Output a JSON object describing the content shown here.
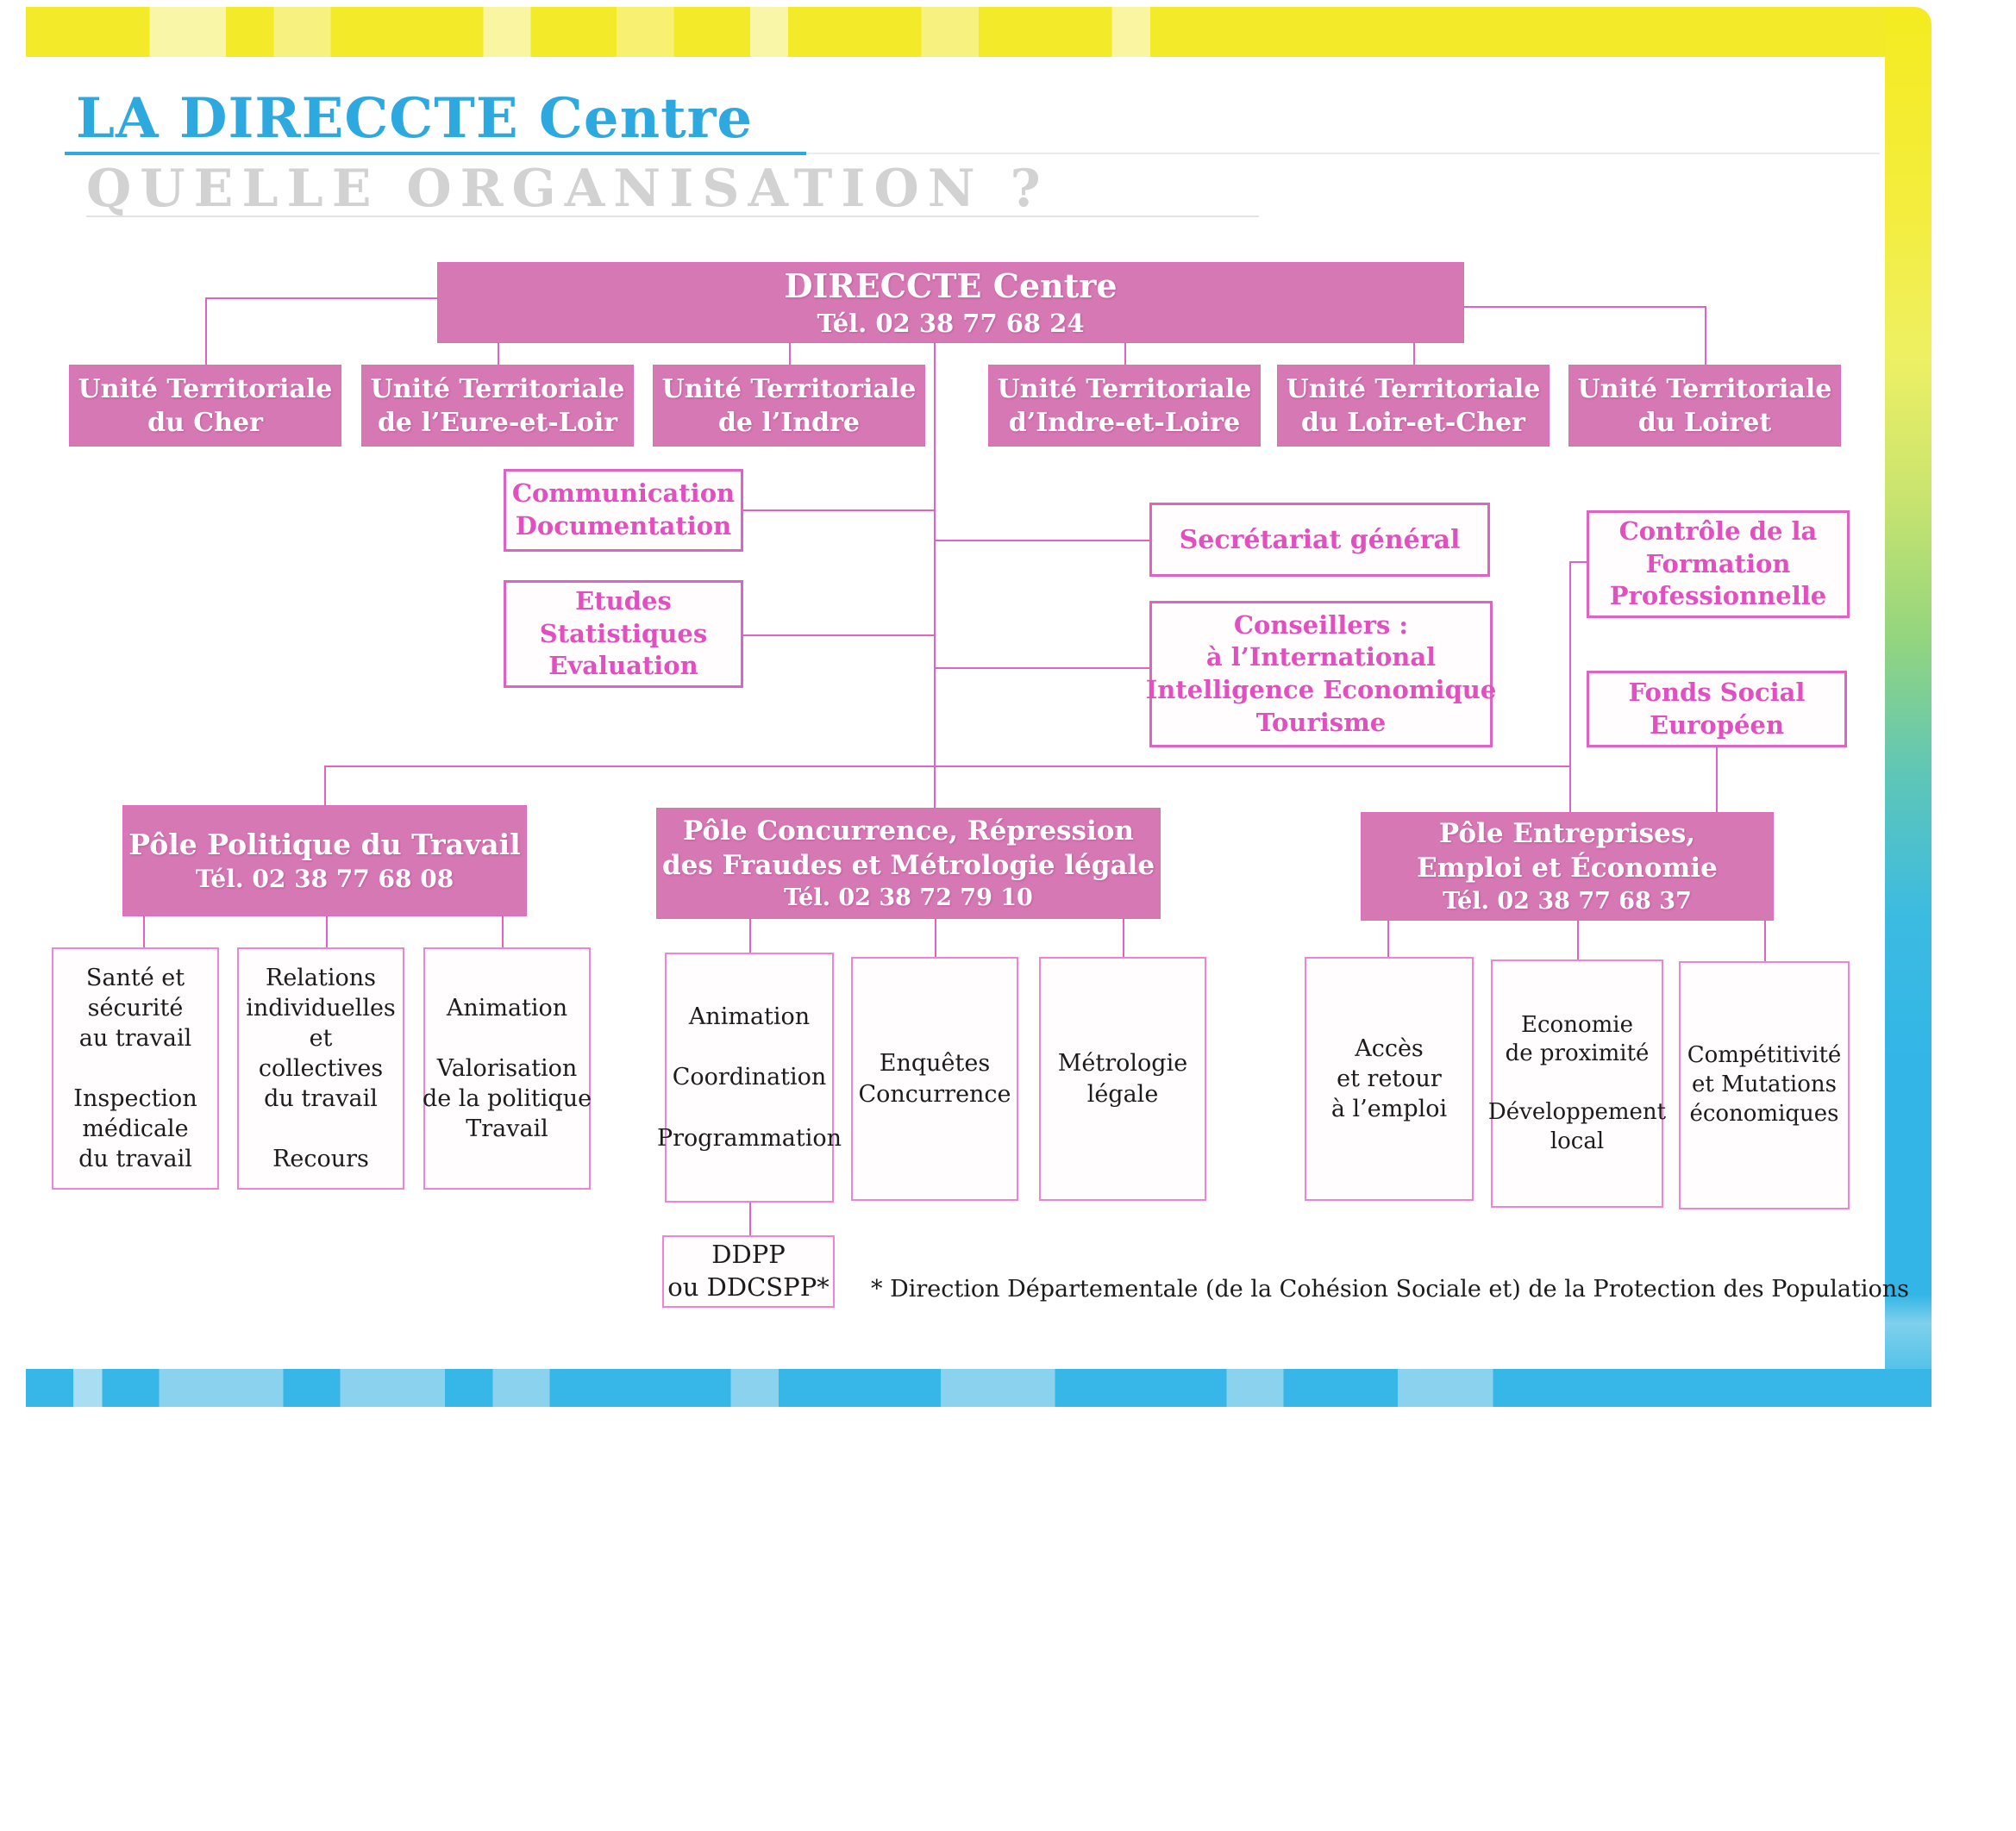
{
  "page": {
    "title": "LA DIRECCTE Centre",
    "subtitle": "QUELLE ORGANISATION ?"
  },
  "root": {
    "name": "DIRECCTE Centre",
    "phone": "Tél. 02 38 77 68 24"
  },
  "territorial_units": [
    {
      "label": "Unité Territoriale\ndu Cher"
    },
    {
      "label": "Unité Territoriale\nde l’Eure-et-Loir"
    },
    {
      "label": "Unité Territoriale\nde l’Indre"
    },
    {
      "label": "Unité Territoriale\nd’Indre-et-Loire"
    },
    {
      "label": "Unité Territoriale\ndu Loir-et-Cher"
    },
    {
      "label": "Unité Territoriale\ndu Loiret"
    }
  ],
  "staff_units": {
    "communication": "Communication\nDocumentation",
    "etudes": "Etudes\nStatistiques\nEvaluation",
    "secretariat": "Secrétariat général",
    "conseillers": "Conseillers :\nà l’International\nIntelligence Economique\nTourisme",
    "controle": "Contrôle de la\nFormation\nProfessionnelle",
    "fse": "Fonds Social\nEuropéen"
  },
  "poles": [
    {
      "name": "Pôle Politique du Travail",
      "phone": "Tél. 02 38 77 68 08",
      "services": [
        "Santé et\nsécurité\nau travail\n\nInspection\nmédicale\ndu travail",
        "Relations\nindividuelles\net\ncollectives\ndu travail\n\nRecours",
        "Animation\n\nValorisation\nde la politique\nTravail"
      ]
    },
    {
      "name": "Pôle Concurrence, Répression\ndes Fraudes et Métrologie légale",
      "phone": "Tél. 02 38 72 79 10",
      "services": [
        "Animation\n\nCoordination\n\nProgrammation",
        "Enquêtes\nConcurrence",
        "Métrologie\nlégale"
      ]
    },
    {
      "name": "Pôle Entreprises,\nEmploi et Économie",
      "phone": "Tél. 02 38 77 68 37",
      "services": [
        "Accès\net retour\nà l’emploi",
        "Economie\nde proximité\n\nDéveloppement\nlocal",
        "Compétitivité\net Mutations\néconomiques"
      ]
    }
  ],
  "ddpp": {
    "label": "DDPP\nou DDCSPP*"
  },
  "footnote": "* Direction Départementale (de la Cohésion Sociale et) de la Protection des Populations",
  "colors": {
    "title_blue": "#2ea9e0",
    "subtitle_gray": "#d2d2d2",
    "node_pink": "#d678b4",
    "line_magenta": "#df64c2",
    "text_magenta": "#e050bf",
    "bar_yellow": "#f4eb1f",
    "bar_blue": "#35b6e7",
    "text_black": "#1c1c1c"
  }
}
